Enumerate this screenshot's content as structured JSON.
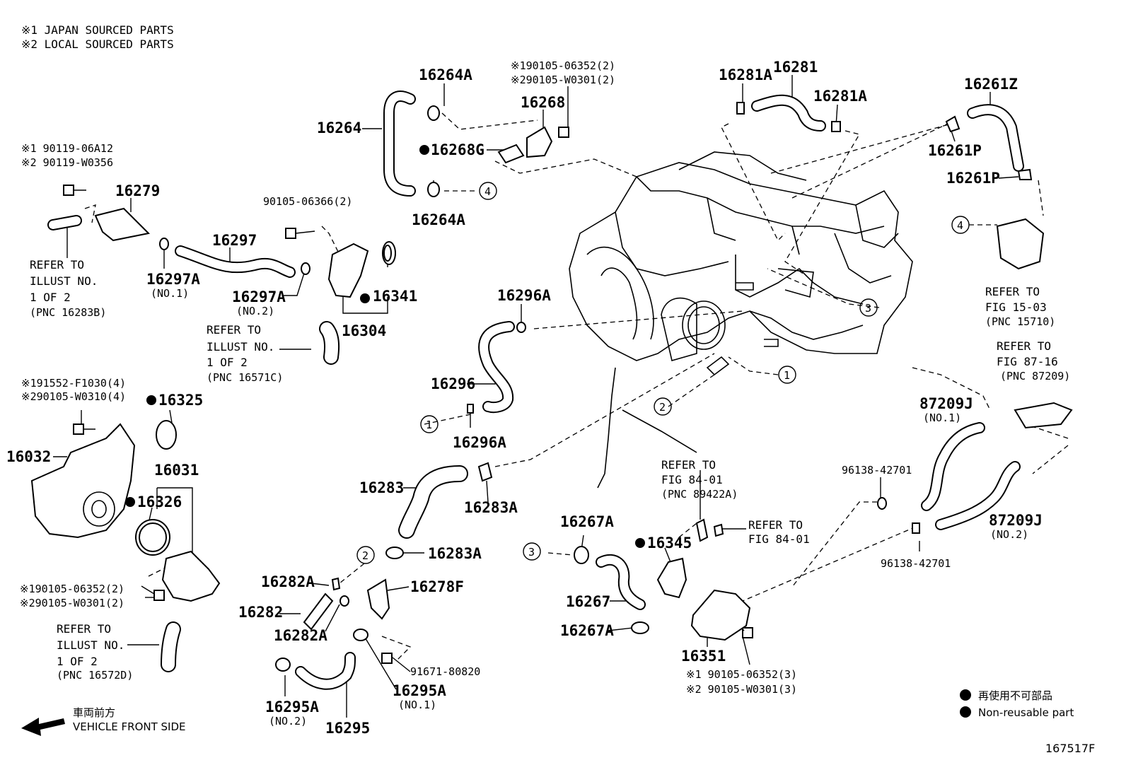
{
  "notes": {
    "line1": "※1  JAPAN SOURCED PARTS",
    "line2": "※2  LOCAL SOURCED PARTS"
  },
  "figure_code": "167517F",
  "legend": {
    "jp": "再使用不可部品",
    "en": "Non-reusable part"
  },
  "direction": {
    "jp": "車両前方",
    "en": "VEHICLE FRONT SIDE"
  },
  "labels": {
    "p16264A_top": "16264A",
    "p16264": "16264",
    "p16264A_bot": "16264A",
    "p16268": "16268",
    "p16268G": "16268G",
    "bolt_16268_l1": "※190105-06352(2)",
    "bolt_16268_l2": "※290105-W0301(2)",
    "p16281A_l": "16281A",
    "p16281": "16281",
    "p16281A_r": "16281A",
    "p16261Z": "16261Z",
    "p16261P_a": "16261P",
    "p16261P_b": "16261P",
    "ref_1503_l1": "REFER TO",
    "ref_1503_l2": "FIG 15-03",
    "ref_1503_l3": "(PNC 15710)",
    "bolt_tl_l1": "※1 90119-06A12",
    "bolt_tl_l2": "※2 90119-W0356",
    "p16279": "16279",
    "ref_16283B_l1": "REFER TO",
    "ref_16283B_l2": "ILLUST NO.",
    "ref_16283B_l3": "1 OF 2",
    "ref_16283B_l4": "(PNC 16283B)",
    "p16297A_1": "16297A",
    "p16297A_1n": "(NO.1)",
    "p16297": "16297",
    "p16297A_2": "16297A",
    "p16297A_2n": "(NO.2)",
    "bolt_90105_06366": "90105-06366(2)",
    "p16341": "16341",
    "p16304": "16304",
    "ref_16571C_l1": "REFER TO",
    "ref_16571C_l2": "ILLUST NO.",
    "ref_16571C_l3": "1 OF 2",
    "ref_16571C_l4": "(PNC 16571C)",
    "p16296A_top": "16296A",
    "p16296": "16296",
    "p16296A_bot": "16296A",
    "ref_8716_l1": "REFER TO",
    "ref_8716_l2": "FIG 87-16",
    "ref_8716_l3": "(PNC 87209)",
    "p87209J_1": "87209J",
    "p87209J_1n": "(NO.1)",
    "p87209J_2": "87209J",
    "p87209J_2n": "(NO.2)",
    "p96138_a": "96138-42701",
    "p96138_b": "96138-42701",
    "bolt_16032_l1": "※191552-F1030(4)",
    "bolt_16032_l2": "※290105-W0310(4)",
    "p16325": "16325",
    "p16032": "16032",
    "p16031": "16031",
    "p16326": "16326",
    "bolt_16031_l1": "※190105-06352(2)",
    "bolt_16031_l2": "※290105-W0301(2)",
    "ref_16572D_l1": "REFER TO",
    "ref_16572D_l2": "ILLUST NO.",
    "ref_16572D_l3": "1 OF 2",
    "ref_16572D_l4": "(PNC 16572D)",
    "p16283": "16283",
    "p16283A_a": "16283A",
    "p16283A_b": "16283A",
    "p16282A_a": "16282A",
    "p16282": "16282",
    "p16282A_b": "16282A",
    "p16278F": "16278F",
    "p91671": "91671-80820",
    "p16295A_1": "16295A",
    "p16295A_1n": "(NO.1)",
    "p16295A_2": "16295A",
    "p16295A_2n": "(NO.2)",
    "p16295": "16295",
    "ref_8401a_l1": "REFER TO",
    "ref_8401a_l2": "FIG 84-01",
    "ref_8401a_l3": "(PNC 89422A)",
    "ref_8401b_l1": "REFER TO",
    "ref_8401b_l2": "FIG 84-01",
    "p16267A_a": "16267A",
    "p16267": "16267",
    "p16267A_b": "16267A",
    "p16345": "16345",
    "p16351": "16351",
    "bolt_16351_l1": "※1 90105-06352(3)",
    "bolt_16351_l2": "※2 90105-W0301(3)",
    "c1a": "1",
    "c1b": "1",
    "c2a": "2",
    "c2b": "2",
    "c3a": "3",
    "c3b": "3",
    "c4a": "4",
    "c4b": "4"
  }
}
